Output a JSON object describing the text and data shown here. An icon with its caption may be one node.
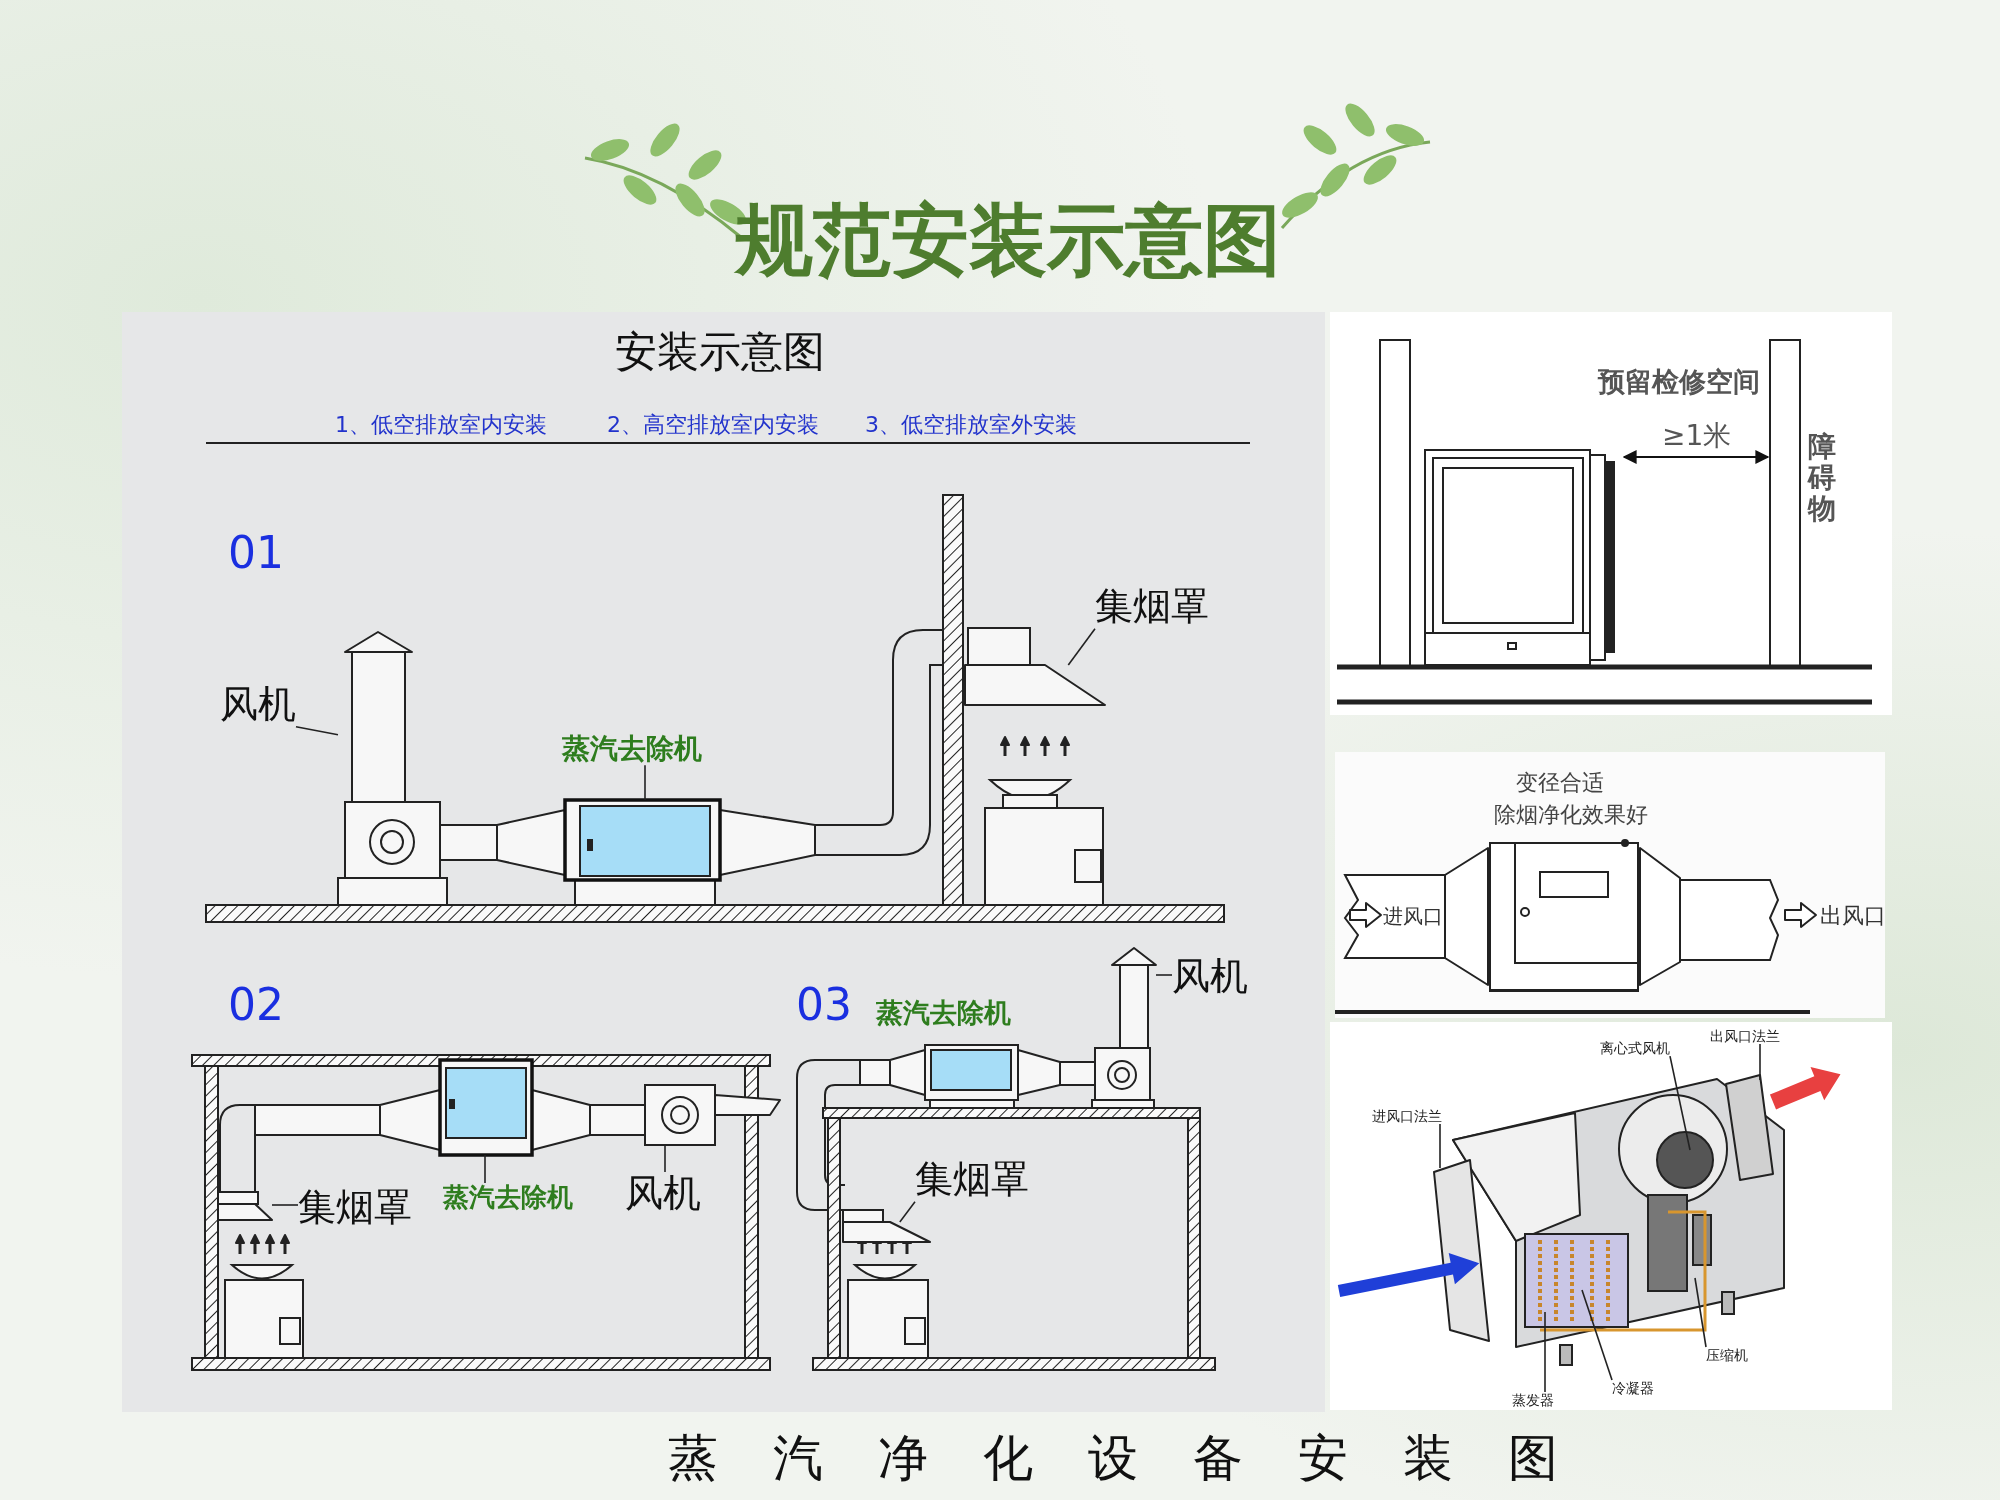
{
  "diagram": {
    "title": "规范安装示意图",
    "caption": "蒸汽净化设备安装图",
    "nodes": [
      {
        "text": [
          "风机"
        ]
      },
      {
        "text": [],
        "shape": "picture"
      },
      {
        "text": [
          "蒸汽去除机"
        ]
      },
      {
        "text": [],
        "shape": "box"
      },
      {
        "text": [
          "集烟罩"
        ]
      },
      {
        "text": [],
        "shape": "picture"
      },
      {
        "text": [],
        "shape": "box"
      },
      {
        "text": [],
        "shape": "picture"
      },
      {
        "text": [],
        "shape": "picture"
      },
      {
        "text": [
          "集烟罩"
        ]
      },
      {
        "text": [
          "蒸汽去除机"
        ]
      },
      {
        "text": [
          "风机"
        ]
      },
      {
        "text": [],
        "shape": "picture"
      },
      {
        "text": [
          "风机"
        ]
      },
      {
        "text": [
          "集烟罩"
        ]
      },
      {
        "text": [],
        "shape": "picture"
      },
      {
        "text": [
          "进风口法兰"
        ]
      },
      {
        "text": [
          "离心式风机"
        ]
      },
      {
        "text": [
          "出风口法兰"
        ]
      },
      {
        "text": [
          "压缩机"
        ]
      },
      {
        "text": [
          "冷凝器"
        ]
      },
      {
        "text": [
          "蒸发器"
        ]
      }
    ],
    "edges": [
      {
        "from": 0,
        "to": 1,
        "arrow": "none"
      },
      {
        "from": 2,
        "to": 3,
        "arrow": "none"
      },
      {
        "from": 4,
        "to": 5,
        "arrow": "none"
      },
      {
        "from": 9,
        "to": 8,
        "arrow": "none"
      },
      {
        "from": 10,
        "to": 6,
        "arrow": "none"
      },
      {
        "from": 11,
        "to": 7,
        "arrow": "none"
      },
      {
        "from": 13,
        "to": 12,
        "arrow": "none"
      },
      {
        "from": 14,
        "to": 15,
        "arrow": "none"
      },
      {
        "from": 16,
        "to": null,
        "arrow": "none"
      },
      {
        "from": 17,
        "to": null,
        "arrow": "none"
      },
      {
        "from": 18,
        "to": null,
        "arrow": "none"
      },
      {
        "from": 19,
        "to": null,
        "arrow": "none"
      },
      {
        "from": 20,
        "to": null,
        "arrow": "none"
      },
      {
        "from": 21,
        "to": null,
        "arrow": "none"
      }
    ],
    "labels": [
      "安装示意图",
      "1、低空排放室内安装",
      "2、高空排放室内安装",
      "3、低空排放室外安装",
      "01",
      "02",
      "03",
      "蒸汽去除机",
      "预留检修空间",
      "≥1米",
      "障碍物",
      "变径合适",
      "除烟净化效果好",
      "进风口",
      "出风口"
    ]
  }
}
